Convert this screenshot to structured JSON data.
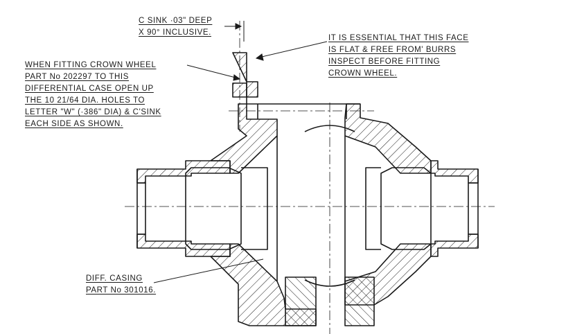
{
  "notes": {
    "csink": [
      "C SINK ·03\" DEEP",
      "X 90° INCLUSIVE."
    ],
    "essential": [
      "IT IS ESSENTIAL THAT THIS FACE",
      "IS FLAT & FREE FROM' BURRS",
      "INSPECT BEFORE FITTING",
      "CROWN WHEEL."
    ],
    "fitting": [
      "WHEN FITTING CROWN WHEEL",
      "PART No 202297 TO THIS",
      "DIFFERENTIAL CASE OPEN UP",
      "THE 10 21/64 DIA. HOLES TO",
      "LETTER \"W\" (·386\" DIA) & C'SINK",
      "EACH SIDE AS SHOWN."
    ],
    "casing": [
      "DIFF. CASING",
      "PART No 301016."
    ]
  },
  "colors": {
    "ink": "#1a1a1a",
    "paper": "#ffffff"
  }
}
